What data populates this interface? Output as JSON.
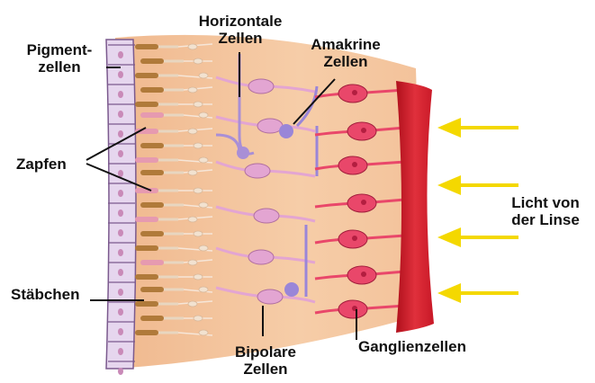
{
  "labels": {
    "pigment_line1": "Pigment-",
    "pigment_line2": "zellen",
    "horizontal_line1": "Horizontale",
    "horizontal_line2": "Zellen",
    "amakrine_line1": "Amakrine",
    "amakrine_line2": "Zellen",
    "zapfen": "Zapfen",
    "staebchen": "Stäbchen",
    "licht_line1": "Licht von",
    "licht_line2": "der Linse",
    "bipolare_line1": "Bipolare",
    "bipolare_line2": "Zellen",
    "ganglien": "Ganglienzellen"
  },
  "colors": {
    "tissue": "#f3c29a",
    "pigment_cell": "#e6d6ee",
    "pigment_outline": "#7b5a8e",
    "rod_tip": "#b07a3a",
    "cone_tip": "#e69ab0",
    "bipolar": "#e3a5d2",
    "horizontal": "#a98fd6",
    "amacrine": "#9a86d8",
    "ganglion": "#e9476a",
    "nerve_layer": "#d01e2e",
    "arrow": "#f4d800",
    "leader": "#111111"
  }
}
